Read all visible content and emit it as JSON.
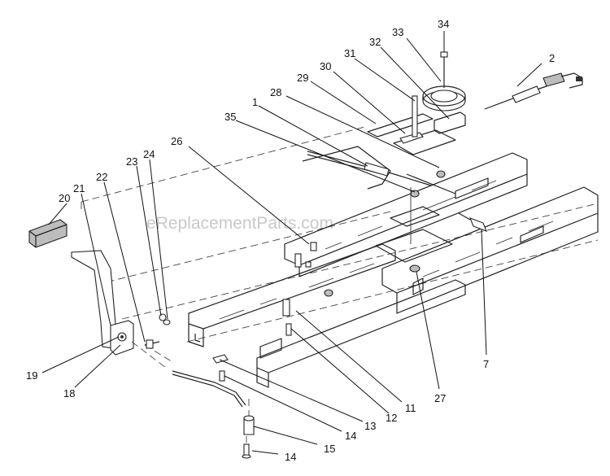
{
  "watermark": "eReplacementParts.com",
  "callouts": [
    {
      "id": "34",
      "text": "34"
    },
    {
      "id": "33",
      "text": "33"
    },
    {
      "id": "32",
      "text": "32"
    },
    {
      "id": "2",
      "text": "2"
    },
    {
      "id": "31",
      "text": "31"
    },
    {
      "id": "30",
      "text": "30"
    },
    {
      "id": "29",
      "text": "29"
    },
    {
      "id": "28",
      "text": "28"
    },
    {
      "id": "1",
      "text": "1"
    },
    {
      "id": "35",
      "text": "35"
    },
    {
      "id": "26",
      "text": "26"
    },
    {
      "id": "24",
      "text": "24"
    },
    {
      "id": "23",
      "text": "23"
    },
    {
      "id": "22",
      "text": "22"
    },
    {
      "id": "21",
      "text": "21"
    },
    {
      "id": "20",
      "text": "20"
    },
    {
      "id": "19",
      "text": "19"
    },
    {
      "id": "18",
      "text": "18"
    },
    {
      "id": "7",
      "text": "7"
    },
    {
      "id": "27",
      "text": "27"
    },
    {
      "id": "11",
      "text": "11"
    },
    {
      "id": "12",
      "text": "12"
    },
    {
      "id": "13",
      "text": "13"
    },
    {
      "id": "14a",
      "text": "14"
    },
    {
      "id": "15",
      "text": "15"
    },
    {
      "id": "14b",
      "text": "14"
    }
  ]
}
